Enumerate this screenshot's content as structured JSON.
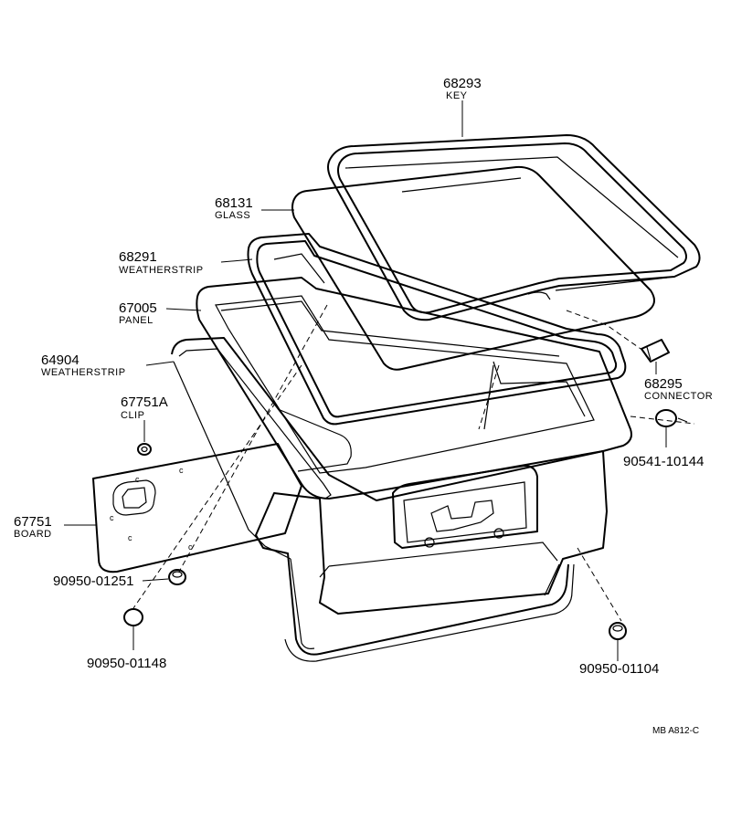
{
  "labels": {
    "p68293": {
      "number": "68293",
      "name": "KEY"
    },
    "p68131": {
      "number": "68131",
      "name": "GLASS"
    },
    "p68291": {
      "number": "68291",
      "name": "WEATHERSTRIP"
    },
    "p67005": {
      "number": "67005",
      "name": "PANEL"
    },
    "p64904": {
      "number": "64904",
      "name": "WEATHERSTRIP"
    },
    "p67751a": {
      "number": "67751A",
      "name": "CLIP"
    },
    "p67751": {
      "number": "67751",
      "name": "BOARD"
    },
    "p68295": {
      "number": "68295",
      "name": "CONNECTOR"
    },
    "p90541": {
      "number": "90541-10144"
    },
    "p90950a": {
      "number": "90950-01251"
    },
    "p90950b": {
      "number": "90950-01148"
    },
    "p90950c": {
      "number": "90950-01104"
    }
  },
  "diagram_code": "MB  A812-C"
}
